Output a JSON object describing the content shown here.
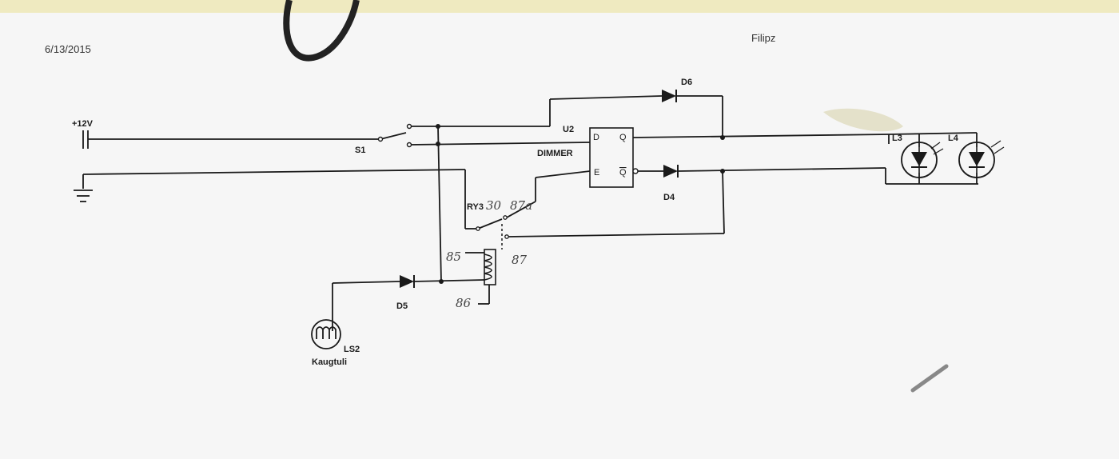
{
  "header": {
    "date": "6/13/2015",
    "corner_text": "Filipz"
  },
  "components": {
    "supply": "+12V",
    "switch": "S1",
    "dimmer_ref": "U2",
    "dimmer_name": "DIMMER",
    "pin_d": "D",
    "pin_e": "E",
    "pin_q": "Q",
    "pin_qbar": "Q",
    "relay": "RY3",
    "diode_d4": "D4",
    "diode_d5": "D5",
    "diode_d6": "D6",
    "lamp_l3": "L3",
    "lamp_l4": "L4",
    "sensor_ref": "LS2",
    "sensor_name": "Kaugtuli"
  },
  "handwritten": {
    "pin30": "30",
    "pin87a": "87a",
    "pin85": "85",
    "pin87": "87",
    "pin86": "86"
  },
  "colors": {
    "paper": "#f7f7f7",
    "ink": "#1a1a1a",
    "pencil": "#5a5a5a",
    "tape": "#f0ebbf"
  }
}
